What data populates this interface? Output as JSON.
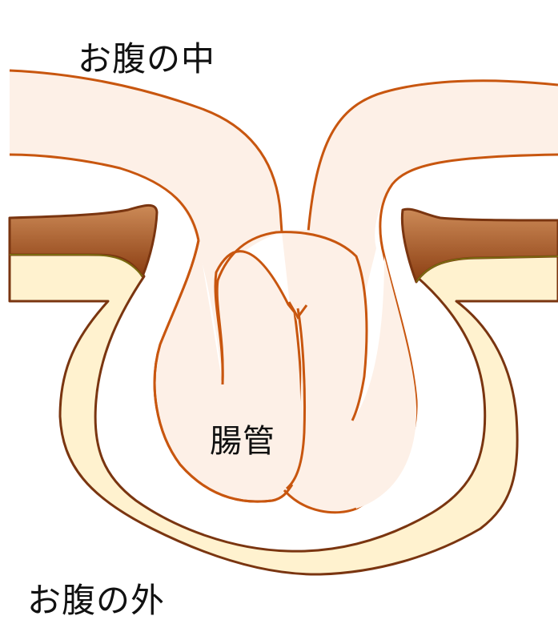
{
  "diagram": {
    "type": "hernia cross-section",
    "labels": {
      "inside_abdomen": "お腹の中",
      "outside_abdomen": "お腹の外",
      "intestine": "腸管"
    },
    "colors": {
      "intestine_fill": "#fdf0e7",
      "intestine_stroke": "#c8560f",
      "muscle_top": "#c88350",
      "muscle_bottom": "#8b3e12",
      "muscle_stroke": "#7a3510",
      "fat_fill": "#fff2cf",
      "fat_stroke": "#7a3510",
      "background": "#ffffff"
    }
  }
}
